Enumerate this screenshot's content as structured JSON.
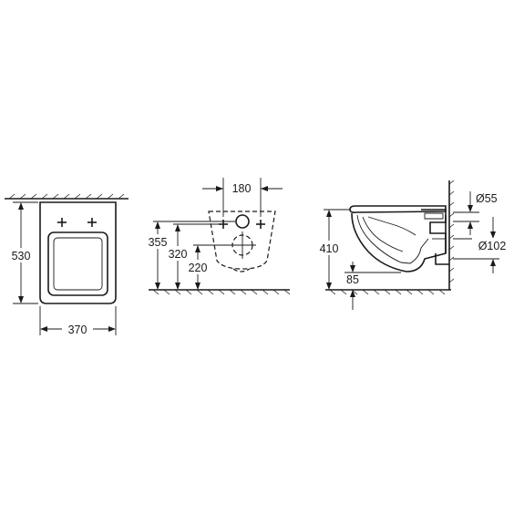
{
  "front_view": {
    "height_label": "530",
    "width_label": "370"
  },
  "rear_view": {
    "fixing_spacing_label": "180",
    "height_355_label": "355",
    "height_320_label": "320",
    "height_220_label": "220"
  },
  "side_view": {
    "height_label": "410",
    "inlet_diameter_label": "Ø55",
    "outlet_diameter_label": "Ø102",
    "outlet_height_label": "85"
  }
}
